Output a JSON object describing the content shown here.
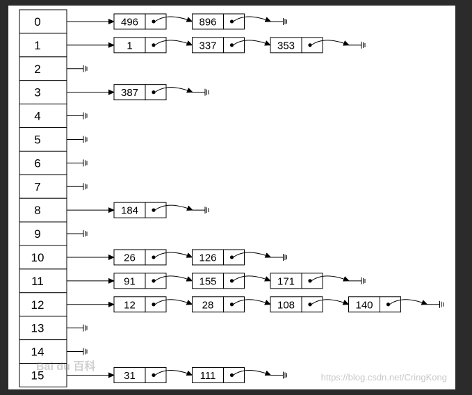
{
  "buckets": [
    {
      "index": "0",
      "nodes": [
        "496",
        "896"
      ]
    },
    {
      "index": "1",
      "nodes": [
        "1",
        "337",
        "353"
      ]
    },
    {
      "index": "2",
      "nodes": []
    },
    {
      "index": "3",
      "nodes": [
        "387"
      ]
    },
    {
      "index": "4",
      "nodes": []
    },
    {
      "index": "5",
      "nodes": []
    },
    {
      "index": "6",
      "nodes": []
    },
    {
      "index": "7",
      "nodes": []
    },
    {
      "index": "8",
      "nodes": [
        "184"
      ]
    },
    {
      "index": "9",
      "nodes": []
    },
    {
      "index": "10",
      "nodes": [
        "26",
        "126"
      ]
    },
    {
      "index": "11",
      "nodes": [
        "91",
        "155",
        "171"
      ]
    },
    {
      "index": "12",
      "nodes": [
        "12",
        "28",
        "108",
        "140"
      ]
    },
    {
      "index": "13",
      "nodes": []
    },
    {
      "index": "14",
      "nodes": []
    },
    {
      "index": "15",
      "nodes": [
        "31",
        "111"
      ]
    }
  ],
  "watermark": {
    "left": "Bai du 百科",
    "right": "https://blog.csdn.net/CringKong"
  }
}
